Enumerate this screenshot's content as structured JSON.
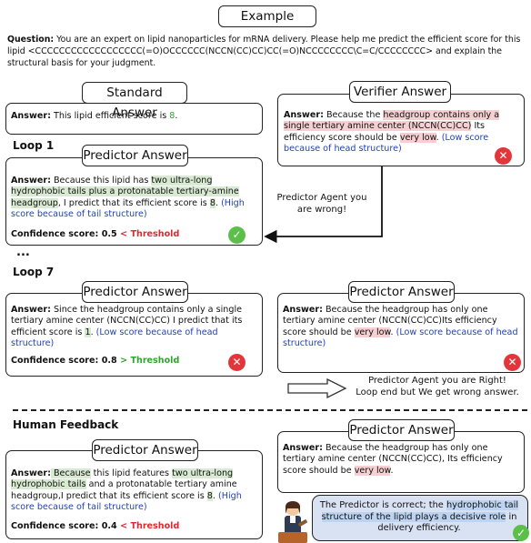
{
  "example": {
    "title": "Example",
    "question_label": "Question:",
    "question_text": " You are an expert on lipid nanoparticles for mRNA delivery. Please help me predict the efficient score for this lipid  <CCCCCCCCCCCCCCCCCC(=O)OCCCCCC(NCCN(CC)CC)CC(=O)NCCCCCCCC\\C=C/CCCCCCCC> and explain the structural basis for your judgment."
  },
  "standard": {
    "title": "Standard Answer",
    "label": "Answer:",
    "text": " This lipid efficient score is ",
    "value": "8",
    "end": "."
  },
  "verifier": {
    "title": "Verifier Answer",
    "label": "Answer:",
    "t1": " Because the ",
    "h1": "headgroup contains only a single tertiary amine center (NCCN(CC)CC)",
    "t2": " Its efficiency score should be ",
    "h2": "very low",
    "t3": ". ",
    "note": "(Low score because of head structure)"
  },
  "loop1": {
    "label": "Loop 1",
    "title": "Predictor Answer",
    "ans_label": "Answer:",
    "t1": "  Because this lipid has ",
    "h1": "two ultra-long hydrophobic tails plus a protonatable tertiary-amine headgroup",
    "t2": ",  I predict that its efficient score is ",
    "h2": "8",
    "t3": ". ",
    "note": "(High score because of tail structure)",
    "conf_label": "Confidence score:",
    "conf_value": "0.5",
    "threshold": "< Threshold"
  },
  "arrow_msg": "Predictor Agent you are wrong!",
  "ellipsis": "...",
  "loop7": {
    "label": "Loop 7",
    "left": {
      "title": "Predictor Answer",
      "ans_label": "Answer:",
      "t1": " Since the headgroup contains only a single tertiary amine center (NCCN(CC)CC) I predict that its efficient score is ",
      "h1": "1",
      "t2": ". ",
      "note": "(Low score because of head structure)",
      "conf_label": "Confidence score:",
      "conf_value": "0.8",
      "threshold": "> Threshold"
    },
    "right": {
      "title": "Predictor Answer",
      "ans_label": "Answer:",
      "t1": " Because the headgroup has only one tertiary amine center (NCCN(CC)CC)Its efficiency score should be ",
      "h1": "very low",
      "t2": ". ",
      "note": "(Low score because of head structure)"
    },
    "arrow_msg_1": "Predictor Agent you are Right!",
    "arrow_msg_2": "Loop end but We get wrong answer."
  },
  "human": {
    "label": "Human Feedback",
    "left": {
      "title": "Predictor Answer",
      "ans_label": "Answer:",
      "h0": " Because",
      "t1": " this lipid features ",
      "h1": "two ultra-long hydrophobic tails",
      "t2": " and a protonatable tertiary amine headgroup,I predict that its efficient score is ",
      "h2": "8",
      "t3": ". ",
      "note": "(High score because of tail structure)",
      "conf_label": "Confidence score:",
      "conf_value": "0.4",
      "threshold": "< Threshold"
    },
    "right": {
      "title": "Predictor Answer",
      "ans_label": "Answer:",
      "t1": " Because the headgroup has only one tertiary amine center (NCCN(CC)CC), Its efficiency score should be ",
      "h1": "very low",
      "t2": "."
    },
    "feedback": {
      "t1": "The Predictor is correct; the ",
      "h1": "hydrophobic tail structure of the lipid plays a decisive role",
      "t2": " in delivery efficiency."
    }
  },
  "colors": {
    "green_hl": "#d8ead2",
    "red_hl": "#f6cfd3",
    "blue_hl": "#bcd4f2",
    "blue_text": "#1f3fc4",
    "red_text": "#e3262f",
    "green_text": "#2fa52f"
  }
}
